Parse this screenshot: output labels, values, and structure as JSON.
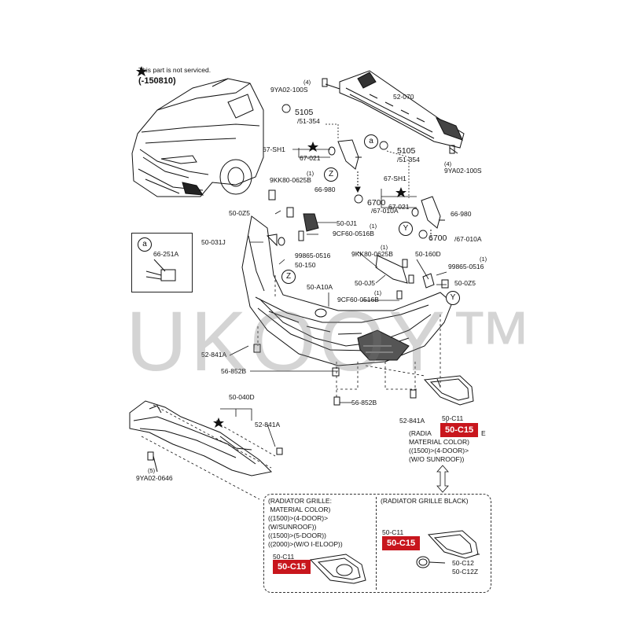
{
  "header": {
    "star_note": "This part is not serviced.",
    "date_range": "(-150810)"
  },
  "labels": [
    {
      "id": "qty-4-left",
      "text": "(4)"
    },
    {
      "id": "9ya02-100s-left",
      "text": "9YA02-100S"
    },
    {
      "id": "52-070",
      "text": "52-070"
    },
    {
      "id": "5105-a",
      "text": "5105"
    },
    {
      "id": "51-354-a",
      "text": "/51-354"
    },
    {
      "id": "67-sh1-a",
      "text": "67-SH1"
    },
    {
      "id": "67-021-a",
      "text": "67-021"
    },
    {
      "id": "5105-b",
      "text": "5105"
    },
    {
      "id": "51-354-b",
      "text": "/51-354"
    },
    {
      "id": "qty-4-right",
      "text": "(4)"
    },
    {
      "id": "9ya02-100s-right",
      "text": "9YA02-100S"
    },
    {
      "id": "9kk80-0625b-a",
      "text": "9KK80-0625B"
    },
    {
      "id": "qty-1-a",
      "text": "(1)"
    },
    {
      "id": "66-980-a",
      "text": "66-980"
    },
    {
      "id": "6700-a",
      "text": "6700"
    },
    {
      "id": "67-010a-a",
      "text": "/67-010A"
    },
    {
      "id": "67-sh1-b",
      "text": "67-SH1"
    },
    {
      "id": "67-021-b",
      "text": "67-021"
    },
    {
      "id": "66-980-b",
      "text": "66-980"
    },
    {
      "id": "50-0z5-a",
      "text": "50-0Z5"
    },
    {
      "id": "50-0j1",
      "text": "50-0J1"
    },
    {
      "id": "qty-1-b",
      "text": "(1)"
    },
    {
      "id": "9cf60-0516b-a",
      "text": "9CF60-0516B"
    },
    {
      "id": "6700-b",
      "text": "6700"
    },
    {
      "id": "67-010a-b",
      "text": "/67-010A"
    },
    {
      "id": "50-031j",
      "text": "50-031J"
    },
    {
      "id": "99865-0516-a",
      "text": "99865-0516"
    },
    {
      "id": "qty-1-c",
      "text": "(1)"
    },
    {
      "id": "9kk80-0625b-b",
      "text": "9KK80-0625B"
    },
    {
      "id": "50-160d",
      "text": "50-160D"
    },
    {
      "id": "50-150",
      "text": "50-150"
    },
    {
      "id": "qty-1-d",
      "text": "(1)"
    },
    {
      "id": "99865-0516-b",
      "text": "99865-0516"
    },
    {
      "id": "50-0j5",
      "text": "50-0J5"
    },
    {
      "id": "50-0z5-b",
      "text": "50-0Z5"
    },
    {
      "id": "50-a10a",
      "text": "50-A10A"
    },
    {
      "id": "qty-1-e",
      "text": "(1)"
    },
    {
      "id": "9cf60-0516b-b",
      "text": "9CF60-0516B"
    },
    {
      "id": "52-841a-a",
      "text": "52-841A"
    },
    {
      "id": "56-852b-a",
      "text": "56-852B"
    },
    {
      "id": "56-852b-b",
      "text": "56-852B"
    },
    {
      "id": "52-841a-b",
      "text": "52-841A"
    },
    {
      "id": "50-040d",
      "text": "50-040D"
    },
    {
      "id": "52-841a-c",
      "text": "52-841A"
    },
    {
      "id": "qty-5",
      "text": "(5)"
    },
    {
      "id": "9ya02-0646",
      "text": "9YA02-0646"
    },
    {
      "id": "50-c11-a",
      "text": "50-C11"
    },
    {
      "id": "66-251a",
      "text": "66-251A"
    },
    {
      "id": "50-c11-b",
      "text": "50-C11"
    },
    {
      "id": "50-c11-c",
      "text": "50-C11"
    },
    {
      "id": "50-c12",
      "text": "50-C12"
    },
    {
      "id": "50-c12z",
      "text": "50-C12Z"
    }
  ],
  "highlights": [
    {
      "id": "hl-main",
      "text": "50-C15"
    },
    {
      "id": "hl-left",
      "text": "50-C15"
    },
    {
      "id": "hl-right",
      "text": "50-C15"
    }
  ],
  "callouts": {
    "a": "a",
    "z": "Z",
    "y": "Y"
  },
  "notes": {
    "main": "(RADIA\nMATERIAL COLOR)\n((1500)>(4-DOOR)>\n(W/O SUNROOF))",
    "main_tail": "E",
    "left_box": "(RADIATOR GRILLE:\n MATERIAL COLOR)\n((1500)>(4-DOOR)>\n(W/SUNROOF))\n((1500)>(5-DOOR))\n((2000)>(W/O I-ELOOP))",
    "right_box": "(RADIATOR GRILLE BLACK)"
  },
  "watermark": "UKOOY™",
  "colors": {
    "highlight": "#c8161d",
    "line": "#111111"
  }
}
